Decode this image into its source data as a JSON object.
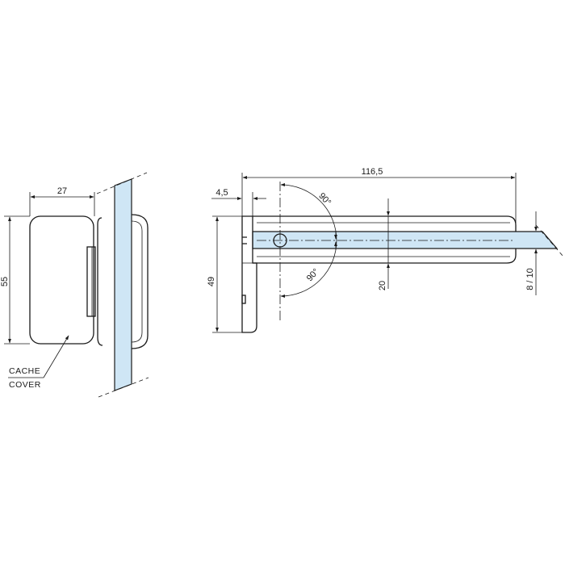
{
  "left_view": {
    "width_dim": "27",
    "height_dim": "55",
    "cover_label_fr": "CACHE",
    "cover_label_en": "COVER"
  },
  "right_view": {
    "length_dim": "116,5",
    "offset_dim": "4,5",
    "height_dim": "49",
    "depth_dim": "20",
    "glass_dim": "8 / 10",
    "angle_top": "90°",
    "angle_bottom": "90°"
  },
  "colors": {
    "glass": "#cfe6f5",
    "line": "#1a1a1a"
  }
}
